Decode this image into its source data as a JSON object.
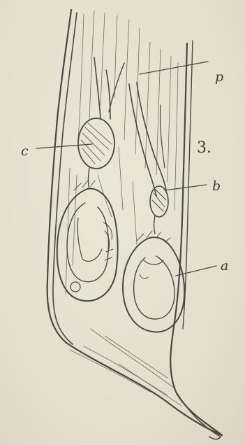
{
  "figure": {
    "number": "3.",
    "labels": {
      "p": "p",
      "c": "c",
      "b": "b",
      "a": "a"
    }
  },
  "colors": {
    "paper": "#e6e0d0",
    "ink": "#4a4640"
  }
}
